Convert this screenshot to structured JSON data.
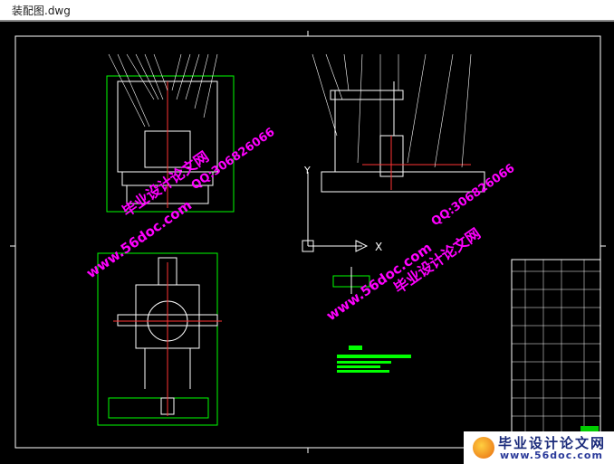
{
  "window": {
    "title": "装配图.dwg"
  },
  "drawing": {
    "axis_x_label": "X",
    "axis_y_label": "Y",
    "colors": {
      "background": "#000000",
      "frame": "#ffffff",
      "outline": "#00ff00",
      "parts": "#ffffff",
      "leaders": "#ffffff",
      "center": "#ff3030",
      "notes": "#00ff00"
    }
  },
  "watermark": {
    "site_cn": "毕业设计论文网",
    "site_url": "www.56doc.com",
    "qq": "QQ:306826066"
  }
}
